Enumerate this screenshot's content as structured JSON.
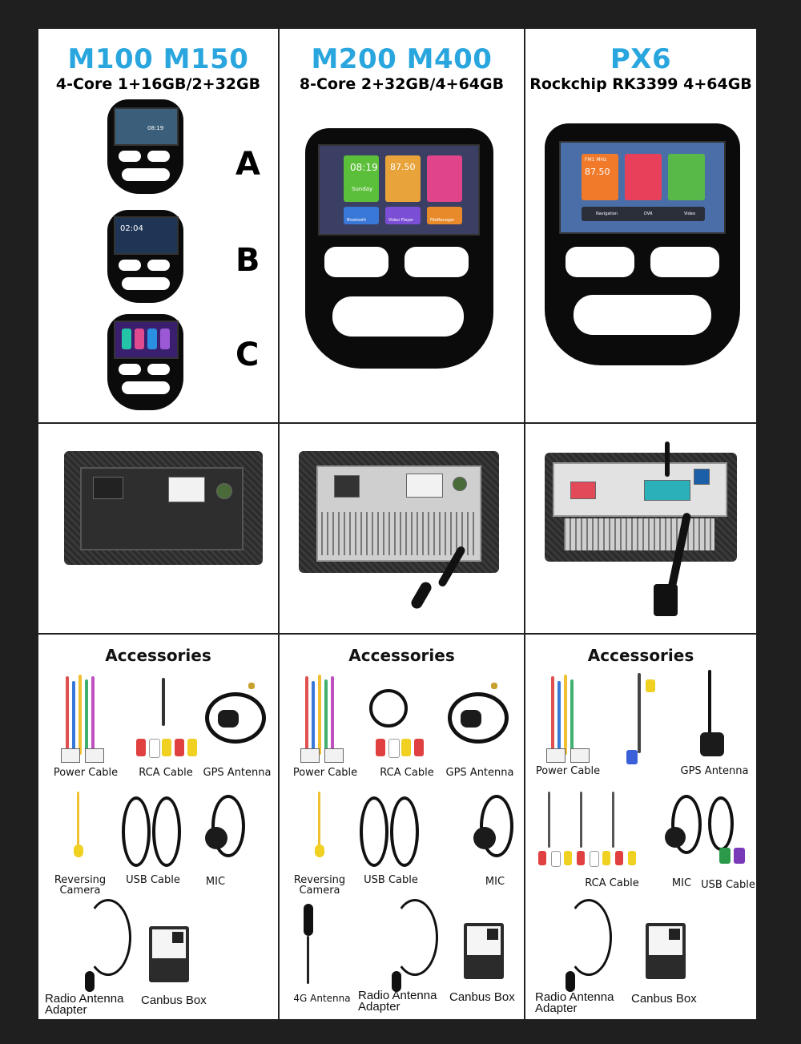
{
  "columns": [
    {
      "model": "M100 M150",
      "spec": "4-Core 1+16GB/2+32GB",
      "variants": [
        "A",
        "B",
        "C"
      ]
    },
    {
      "model": "M200 M400",
      "spec": "8-Core 2+32GB/4+64GB",
      "screen": {
        "clock": "08:19",
        "radio": "87.50",
        "date": "Sunday",
        "apps": [
          "Bluetooth",
          "Video Player",
          "FileManager"
        ]
      }
    },
    {
      "model": "PX6",
      "spec": "Rockchip RK3399 4+64GB",
      "screen": {
        "radio_band": "FM1 MHz",
        "radio": "87.50",
        "apps": [
          "Navigation",
          "DVR",
          "Video"
        ]
      }
    }
  ],
  "variant_a_time": "08:19",
  "variant_b_time": "02:04",
  "accessories": {
    "title": "Accessories",
    "col1": [
      "Power Cable",
      "RCA Cable",
      "GPS Antenna",
      "Reversing\nCamera",
      "USB Cable",
      "MIC",
      "Radio Antenna\nAdapter",
      "Canbus Box"
    ],
    "col2": [
      "Power Cable",
      "RCA Cable",
      "GPS Antenna",
      "Reversing\nCamera",
      "USB Cable",
      "MIC",
      "4G Antenna",
      "Radio Antenna\nAdapter",
      "Canbus Box"
    ],
    "col3": [
      "Power Cable",
      "GPS Antenna",
      "RCA Cable",
      "MIC",
      "USB Cable",
      "Radio Antenna\nAdapter",
      "Canbus Box"
    ]
  },
  "colors": {
    "model_blue": "#2aa6df",
    "background": "#1f1f1f"
  }
}
